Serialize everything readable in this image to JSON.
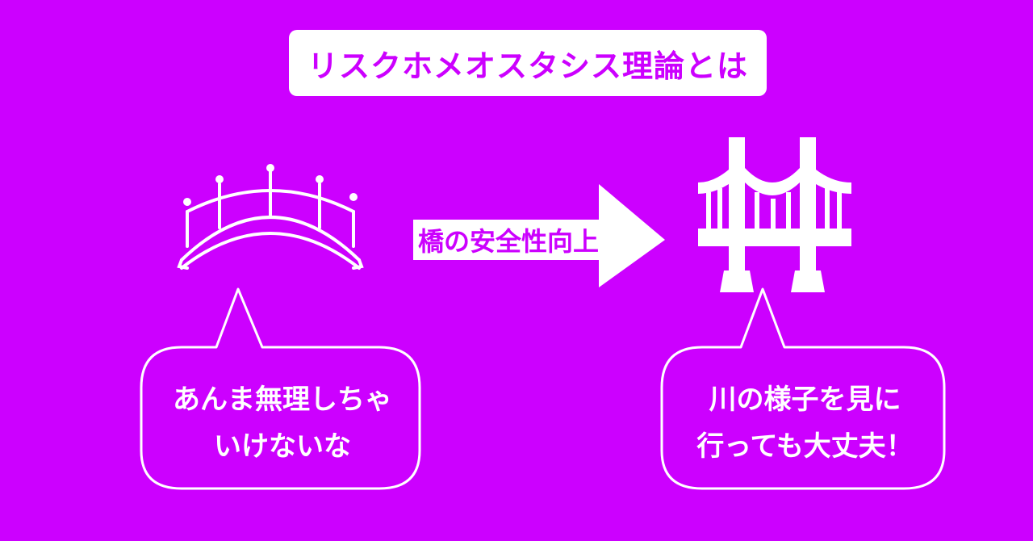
{
  "title": "リスクホメオスタシス理論とは",
  "arrow": {
    "label": "橋の安全性向上"
  },
  "left_bubble": {
    "line1": "あんま無理しちゃ",
    "line2": "いけないな"
  },
  "right_bubble": {
    "line1": "川の様子を見に",
    "line2": "行っても大丈夫！"
  },
  "icons": {
    "left": "arch-bridge-icon",
    "right": "suspension-bridge-icon"
  },
  "colors": {
    "background": "#cc00ff",
    "foreground": "#ffffff"
  }
}
